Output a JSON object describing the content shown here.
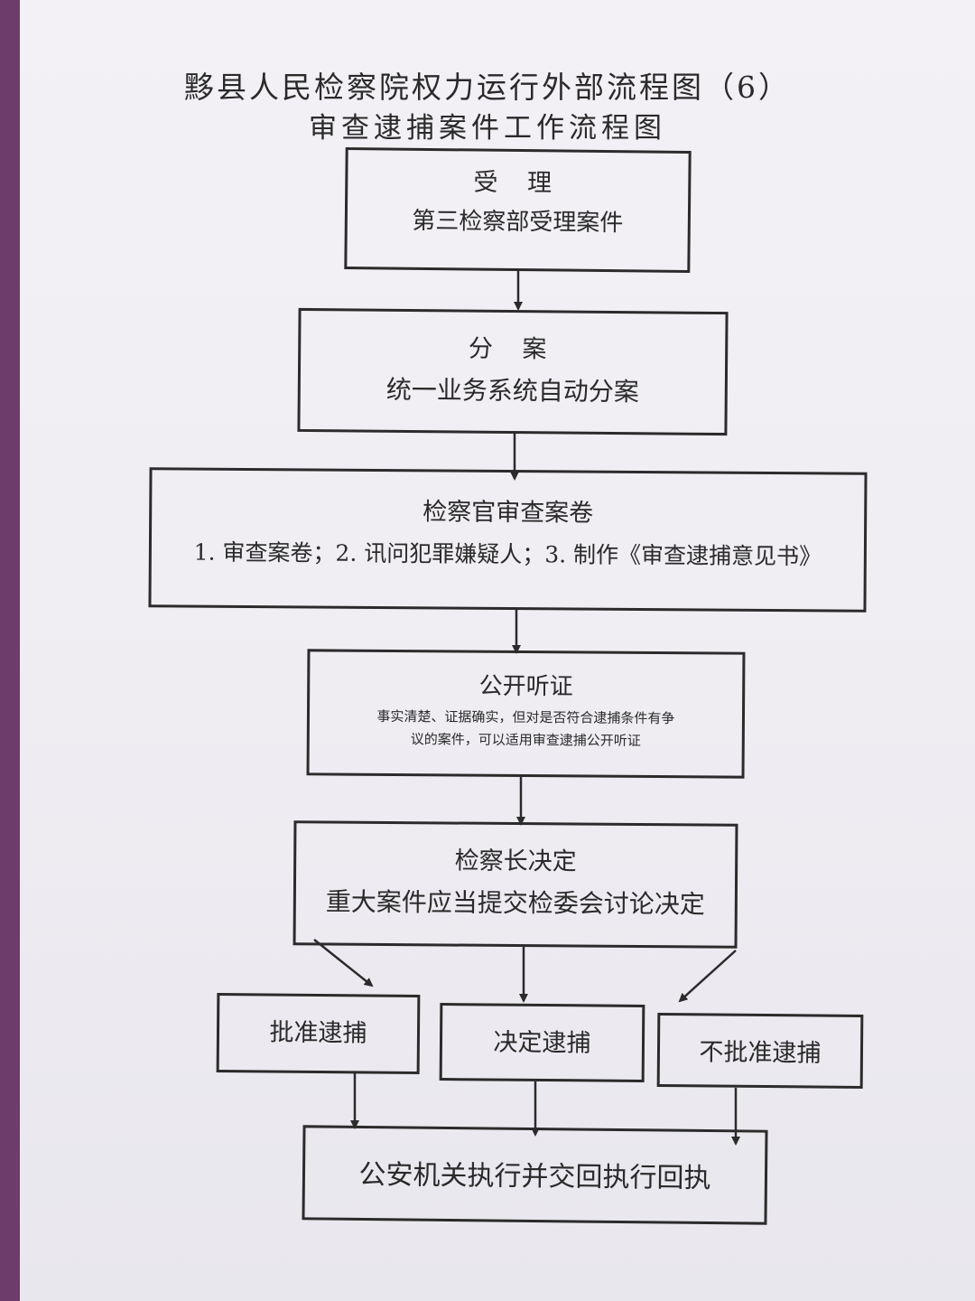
{
  "title": "黟县人民检察院权力运行外部流程图（6）",
  "subtitle": "审查逮捕案件工作流程图",
  "steps": {
    "accept": {
      "head": "受 理",
      "body": "第三检察部受理案件"
    },
    "assign": {
      "head": "分 案",
      "body": "统一业务系统自动分案"
    },
    "review": {
      "head": "检察官审查案卷",
      "body": "1. 审查案卷；2. 讯问犯罪嫌疑人；3. 制作《审查逮捕意见书》"
    },
    "hearing": {
      "head": "公开听证",
      "desc_line1": "事实清楚、证据确实，但对是否符合逮捕条件有争",
      "desc_line2": "议的案件，可以适用审查逮捕公开听证"
    },
    "decide": {
      "head": "检察长决定",
      "body": "重大案件应当提交检委会讨论决定"
    },
    "outcomes": {
      "approve": "批准逮捕",
      "decide_arrest": "决定逮捕",
      "reject": "不批准逮捕"
    },
    "execute": {
      "body": "公安机关执行并交回执行回执"
    }
  },
  "colors": {
    "line": "#2b2b2b",
    "paper": "#f1eff4",
    "background": "#6e3c6a"
  }
}
